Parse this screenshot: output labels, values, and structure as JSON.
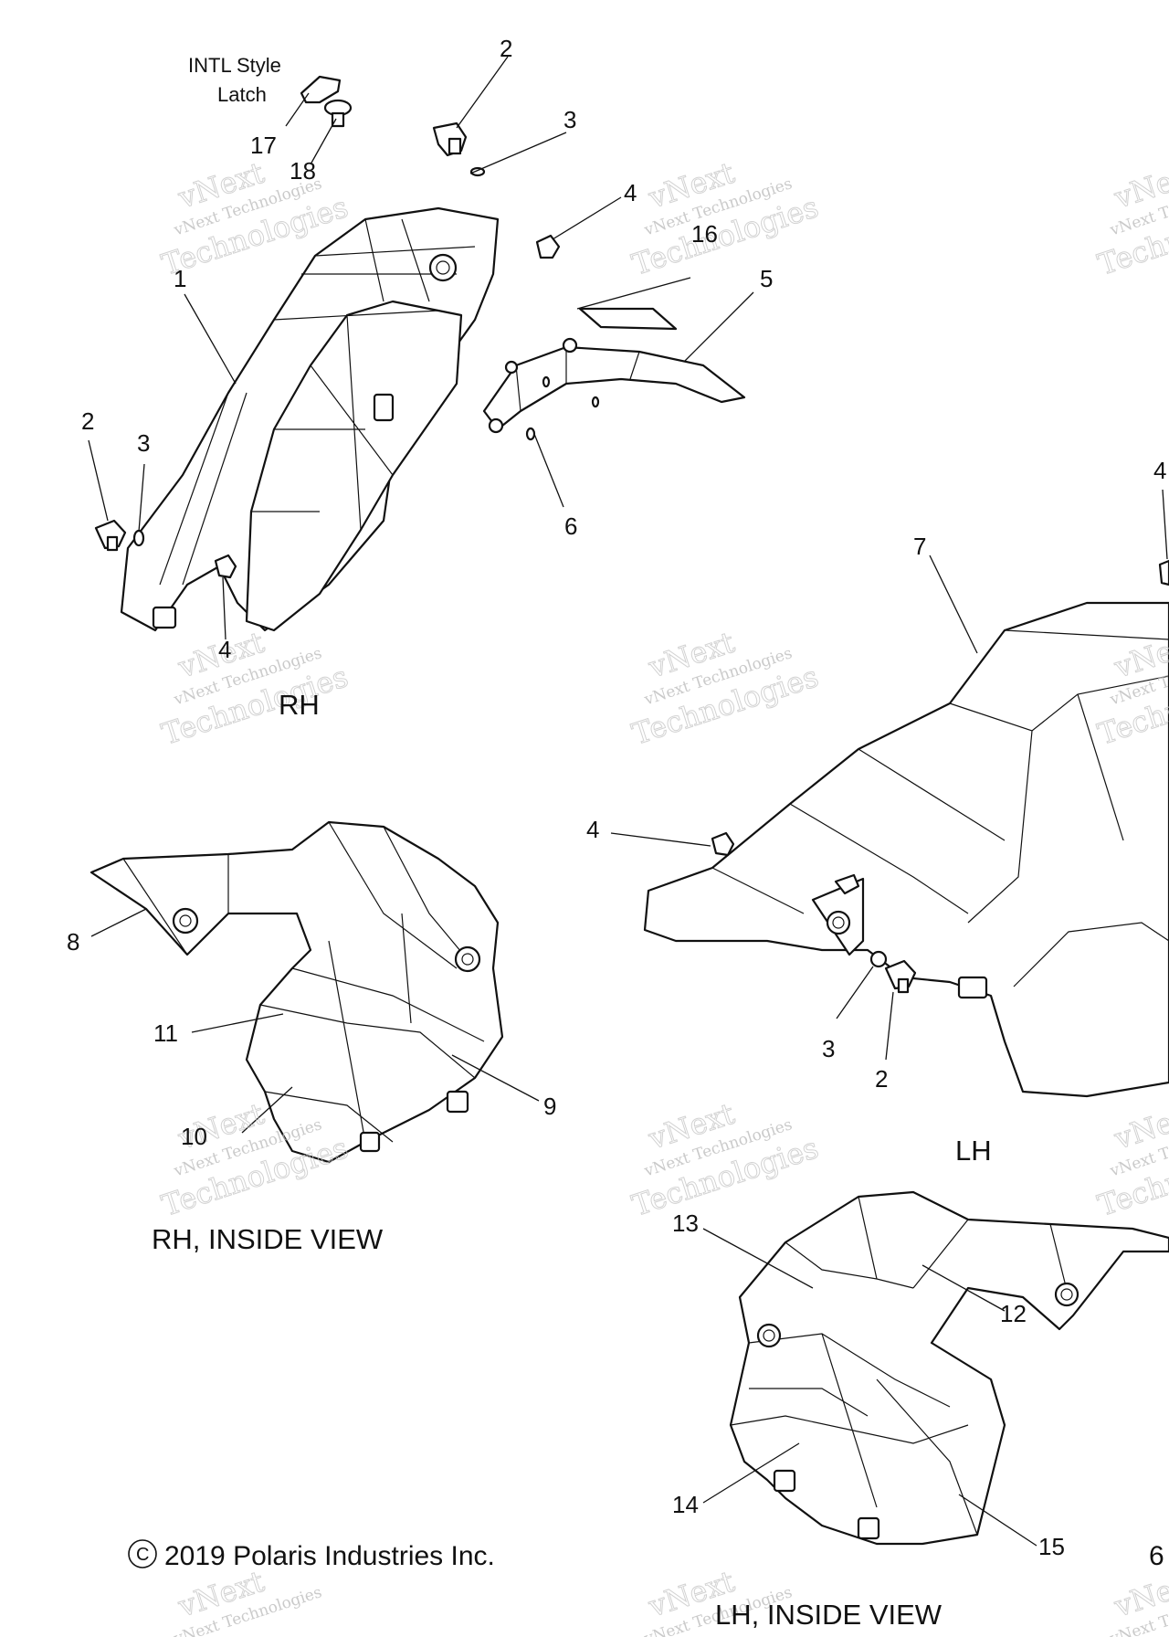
{
  "callouts": [
    "1",
    "2",
    "3",
    "4",
    "5",
    "6",
    "7",
    "8",
    "9",
    "10",
    "11",
    "12",
    "13",
    "14",
    "15",
    "16",
    "17",
    "18"
  ],
  "views": {
    "rh": "RH",
    "lh": "LH",
    "rh_inside": "RH, INSIDE VIEW",
    "lh_inside": "LH, INSIDE VIEW"
  },
  "notes": {
    "intl_line1": "INTL Style",
    "intl_line2": "Latch"
  },
  "copyright": "2019 Polaris Industries Inc.",
  "copyright_symbol": "C",
  "page_number_fragment": "6",
  "watermark": {
    "line1": "vNext",
    "line2": "vNext Technologies",
    "line3": "Technologies"
  }
}
